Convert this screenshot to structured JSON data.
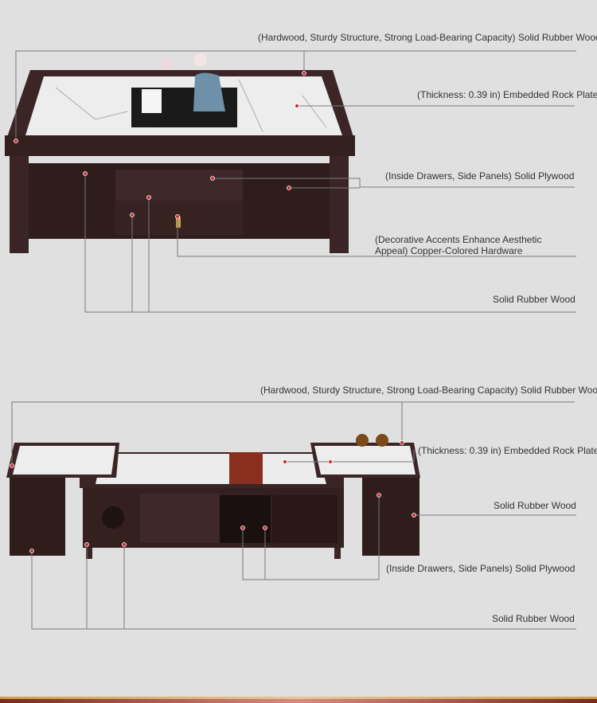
{
  "coffee_table": {
    "labels": [
      "(Hardwood, Sturdy Structure, Strong Load-Bearing Capacity) Solid Rubber Wood",
      "(Thickness: 0.39 in) Embedded Rock Plate",
      "(Inside Drawers, Side Panels) Solid Plywood",
      "(Decorative Accents Enhance Aesthetic",
      "Appeal) Copper-Colored Hardware",
      "Solid Rubber Wood"
    ]
  },
  "tv_stand": {
    "labels": [
      "(Hardwood, Sturdy Structure, Strong Load-Bearing Capacity) Solid Rubber Wood",
      "(Thickness: 0.39 in) Embedded Rock Plate",
      "Solid Rubber Wood",
      "(Inside Drawers, Side Panels) Solid Plywood",
      "Solid Rubber Wood"
    ]
  },
  "colors": {
    "background": "#e0e0e0",
    "wood": "#3a2426",
    "marble": "#eeeeee",
    "leader": "#7a7a7a",
    "dot": "#d0303a"
  }
}
